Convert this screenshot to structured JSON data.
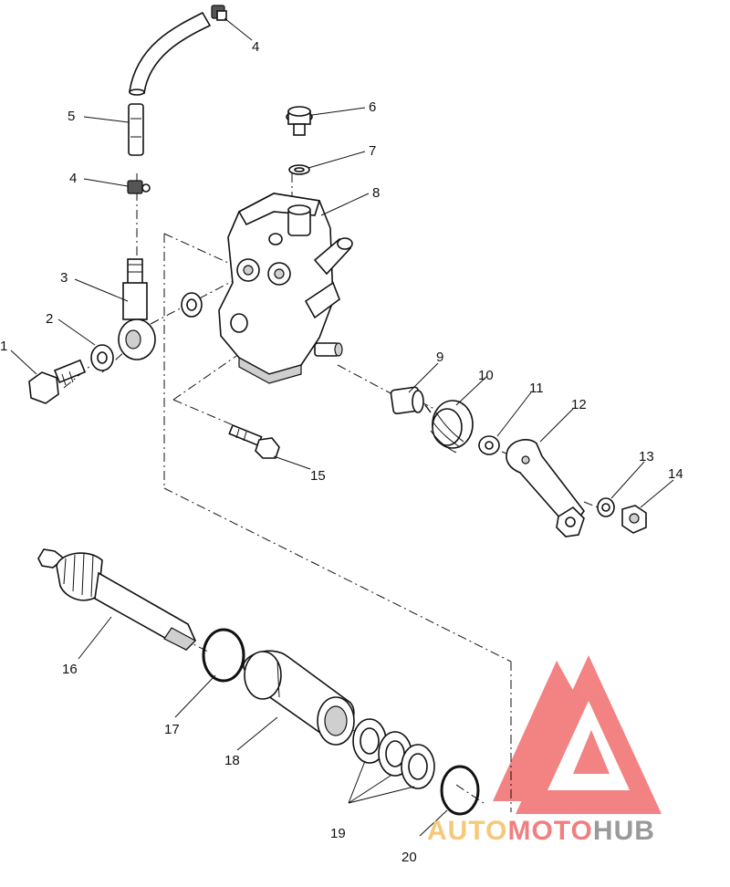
{
  "callouts": [
    {
      "id": "1",
      "label": "1"
    },
    {
      "id": "2",
      "label": "2"
    },
    {
      "id": "3",
      "label": "3"
    },
    {
      "id": "4a",
      "label": "4"
    },
    {
      "id": "4b",
      "label": "4"
    },
    {
      "id": "5",
      "label": "5"
    },
    {
      "id": "6",
      "label": "6"
    },
    {
      "id": "7",
      "label": "7"
    },
    {
      "id": "8",
      "label": "8"
    },
    {
      "id": "9",
      "label": "9"
    },
    {
      "id": "10",
      "label": "10"
    },
    {
      "id": "11",
      "label": "11"
    },
    {
      "id": "12",
      "label": "12"
    },
    {
      "id": "13",
      "label": "13"
    },
    {
      "id": "14",
      "label": "14"
    },
    {
      "id": "15",
      "label": "15"
    },
    {
      "id": "16",
      "label": "16"
    },
    {
      "id": "17",
      "label": "17"
    },
    {
      "id": "18",
      "label": "18"
    },
    {
      "id": "19",
      "label": "19"
    },
    {
      "id": "20",
      "label": "20"
    }
  ],
  "watermark": {
    "part1": "AUTO",
    "part2": "MOTO",
    "part3": "HUB",
    "color1": "#f5c87a",
    "color2": "#f08080",
    "color3": "#9a9a9a",
    "logo_color": "#f26d6d"
  }
}
